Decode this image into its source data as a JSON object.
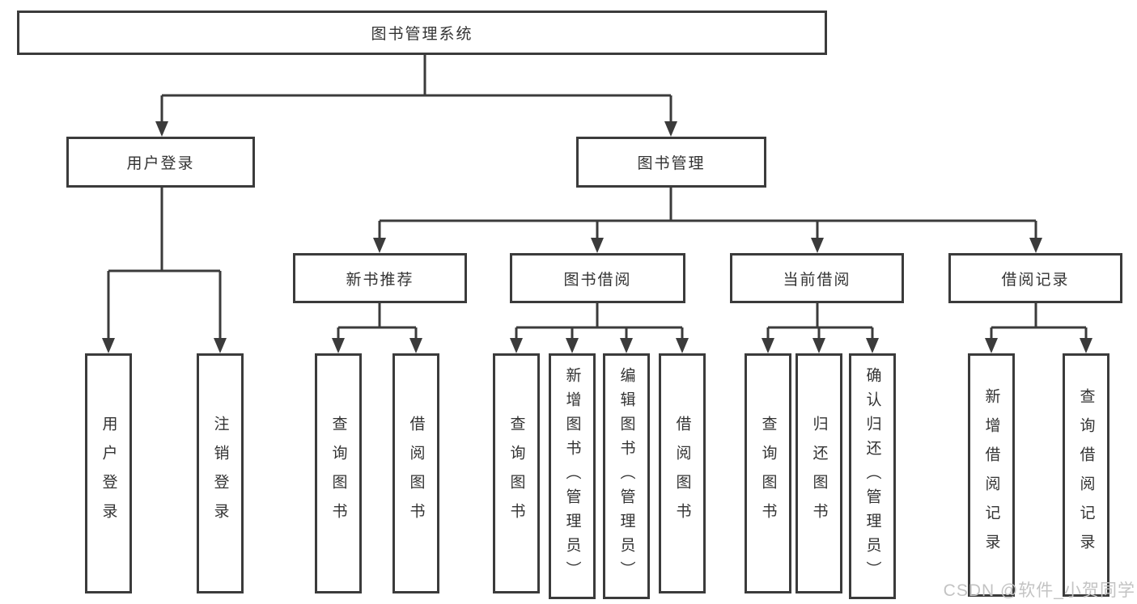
{
  "colors": {
    "line": "#3b3b3b",
    "text": "#333333",
    "watermark": "#c3c3c3",
    "background": "#ffffff"
  },
  "tree": {
    "root": {
      "label": "图书管理系统"
    },
    "branches": [
      {
        "label": "用户登录",
        "children": [
          {
            "label": "用户登录"
          },
          {
            "label": "注销登录"
          }
        ]
      },
      {
        "label": "图书管理",
        "children": [
          {
            "label": "新书推荐",
            "children": [
              {
                "label": "查询图书"
              },
              {
                "label": "借阅图书"
              }
            ]
          },
          {
            "label": "图书借阅",
            "children": [
              {
                "label": "查询图书"
              },
              {
                "label": "新增图书（管理员）"
              },
              {
                "label": "编辑图书（管理员）"
              },
              {
                "label": "借阅图书"
              }
            ]
          },
          {
            "label": "当前借阅",
            "children": [
              {
                "label": "查询图书"
              },
              {
                "label": "归还图书"
              },
              {
                "label": "确认归还（管理员）"
              }
            ]
          },
          {
            "label": "借阅记录",
            "children": [
              {
                "label": "新增借阅记录"
              },
              {
                "label": "查询借阅记录"
              }
            ]
          }
        ]
      }
    ]
  },
  "watermark": {
    "text": "CSDN @软件_小贺同学"
  }
}
